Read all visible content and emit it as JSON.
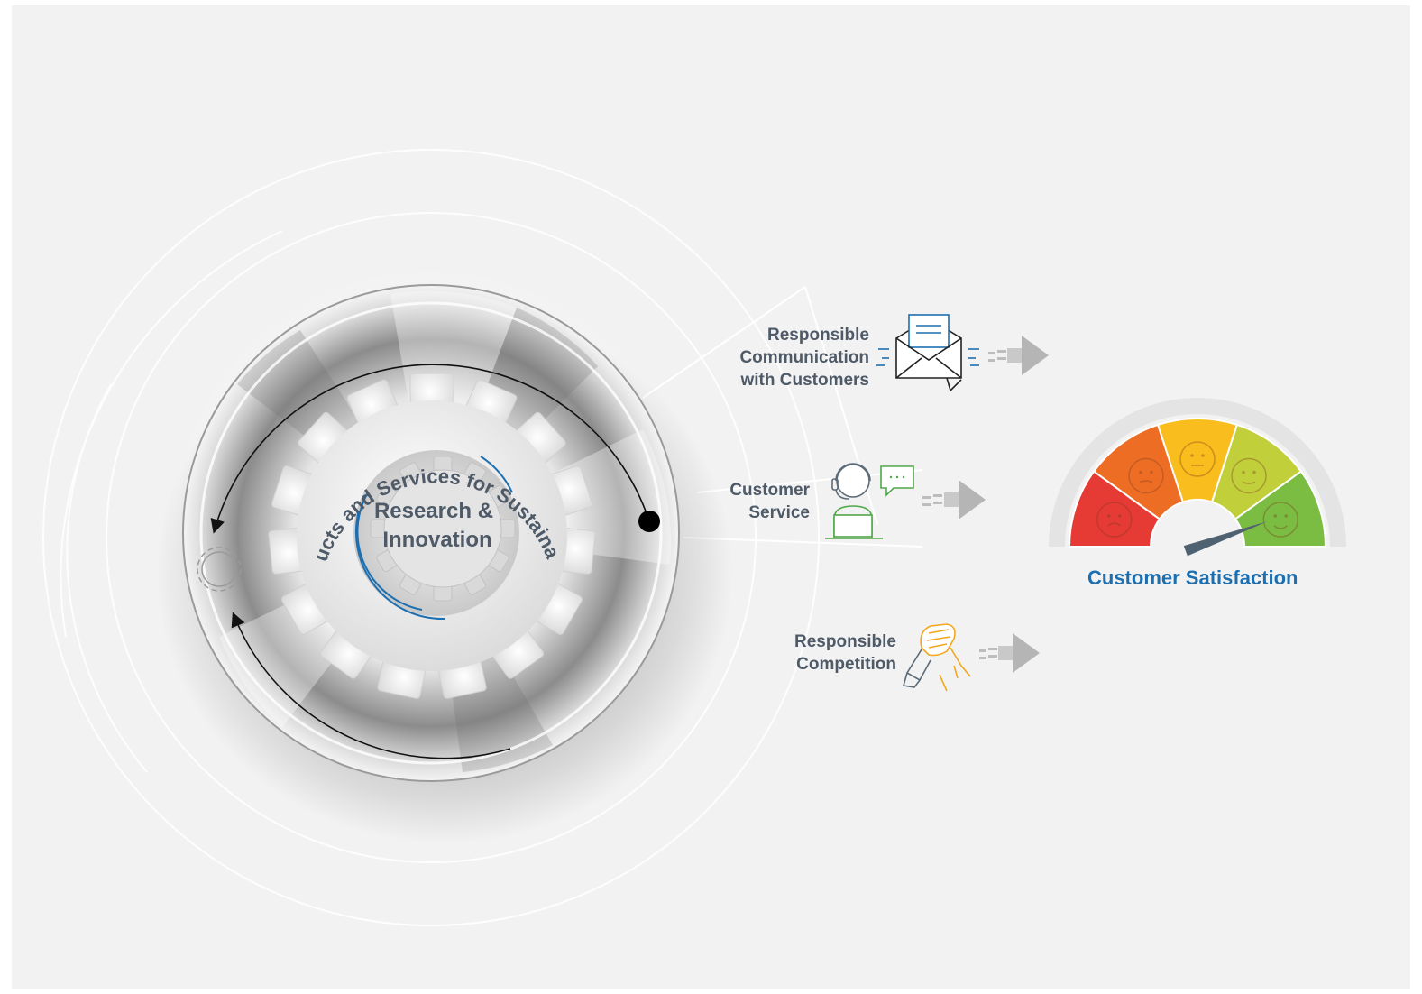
{
  "diagram": {
    "outer_ring_text": "Products and Services for Sustainability",
    "core_text": [
      "Research &",
      "Innovation"
    ]
  },
  "factors": [
    {
      "label": [
        "Responsible",
        "Communication",
        "with Customers"
      ],
      "icon": "envelope-icon",
      "accent": "#1d6fb0"
    },
    {
      "label": [
        "Customer",
        "Service"
      ],
      "icon": "customer-service-agent-icon",
      "accent": "#4fa84a"
    },
    {
      "label": [
        "Responsible",
        "Competition"
      ],
      "icon": "handshake-icon",
      "accent": "#f3a71c"
    }
  ],
  "gauge": {
    "title": "Customer Satisfaction",
    "segments": [
      {
        "color": "#e63b35",
        "face": "very-unhappy"
      },
      {
        "color": "#ee6d25",
        "face": "unhappy"
      },
      {
        "color": "#f9bd1d",
        "face": "neutral"
      },
      {
        "color": "#c1cf3a",
        "face": "happy"
      },
      {
        "color": "#7bbc43",
        "face": "very-happy"
      }
    ],
    "needle_color": "#4f6272",
    "level": 0.89
  }
}
